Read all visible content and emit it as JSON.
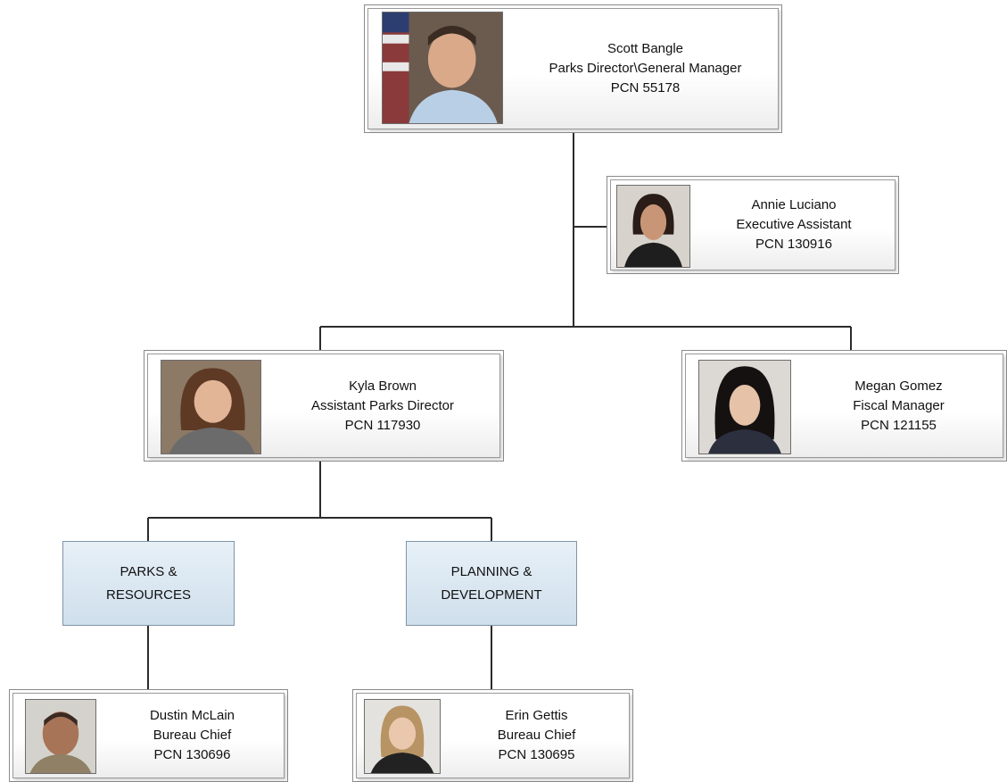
{
  "people": {
    "director": {
      "name": "Scott Bangle",
      "title": "Parks Director\\General Manager",
      "pcn": "PCN 55178"
    },
    "assistant": {
      "name": "Annie Luciano",
      "title": "Executive Assistant",
      "pcn": "PCN 130916"
    },
    "asst_director": {
      "name": "Kyla Brown",
      "title": "Assistant Parks Director",
      "pcn": "PCN 117930"
    },
    "fiscal": {
      "name": "Megan Gomez",
      "title": "Fiscal Manager",
      "pcn": "PCN 121155"
    },
    "parks_chief": {
      "name": "Dustin McLain",
      "title": "Bureau Chief",
      "pcn": "PCN 130696"
    },
    "planning_chief": {
      "name": "Erin Gettis",
      "title": "Bureau Chief",
      "pcn": "PCN 130695"
    }
  },
  "departments": {
    "parks": {
      "line1": "PARKS &",
      "line2": "RESOURCES"
    },
    "planning": {
      "line1": "PLANNING &",
      "line2": "DEVELOPMENT"
    }
  },
  "colors": {
    "connector": "#2b2b2b",
    "department_fill": "#d6e4ef",
    "card_border": "#8a8a8a"
  },
  "icons": {
    "photo": "person-photo-icon"
  }
}
